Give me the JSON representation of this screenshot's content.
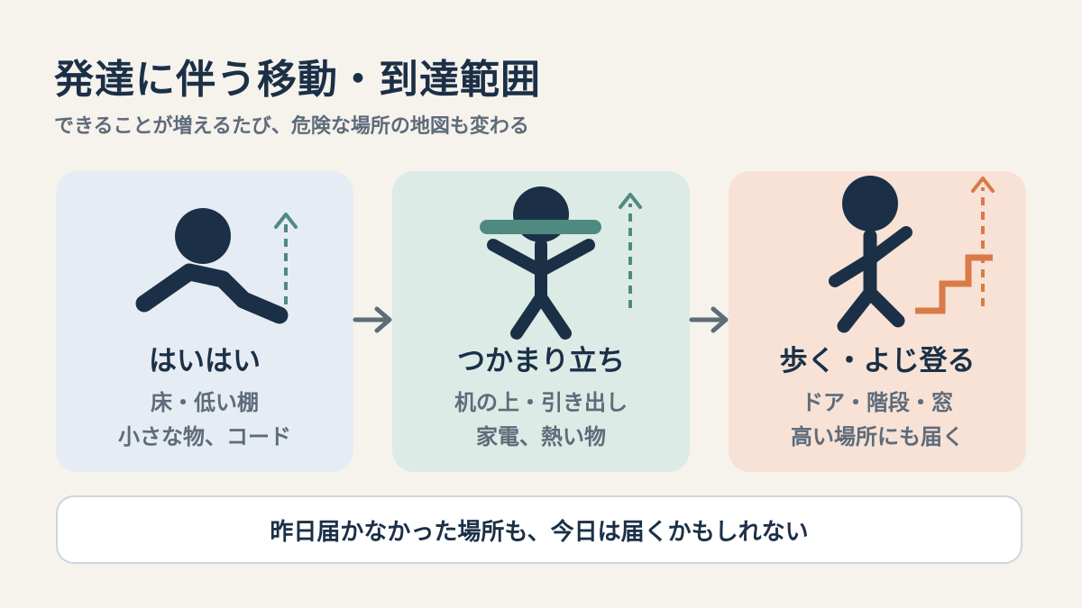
{
  "title": "発達に伴う移動・到達範囲",
  "subtitle": "できることが増えるたび、危険な場所の地図も変わる",
  "stages": [
    {
      "title": "はいはい",
      "lines": [
        "床・低い棚",
        "小さな物、コード"
      ],
      "figure": "crawling-figure",
      "color": "#4f8a80"
    },
    {
      "title": "つかまり立ち",
      "lines": [
        "机の上・引き出し",
        "家電、熱い物"
      ],
      "figure": "standing-figure",
      "color": "#4f8a80"
    },
    {
      "title": "歩く・よじ登る",
      "lines": [
        "ドア・階段・窓",
        "高い場所にも届く"
      ],
      "figure": "climbing-figure",
      "color": "#d97a48"
    }
  ],
  "banner": "昨日届かなかった場所も、今日は届くかもしれない",
  "colors": {
    "navy": "#1b3047",
    "teal": "#4f8a80",
    "orange": "#d97a48",
    "gray": "#5e6b7a"
  }
}
